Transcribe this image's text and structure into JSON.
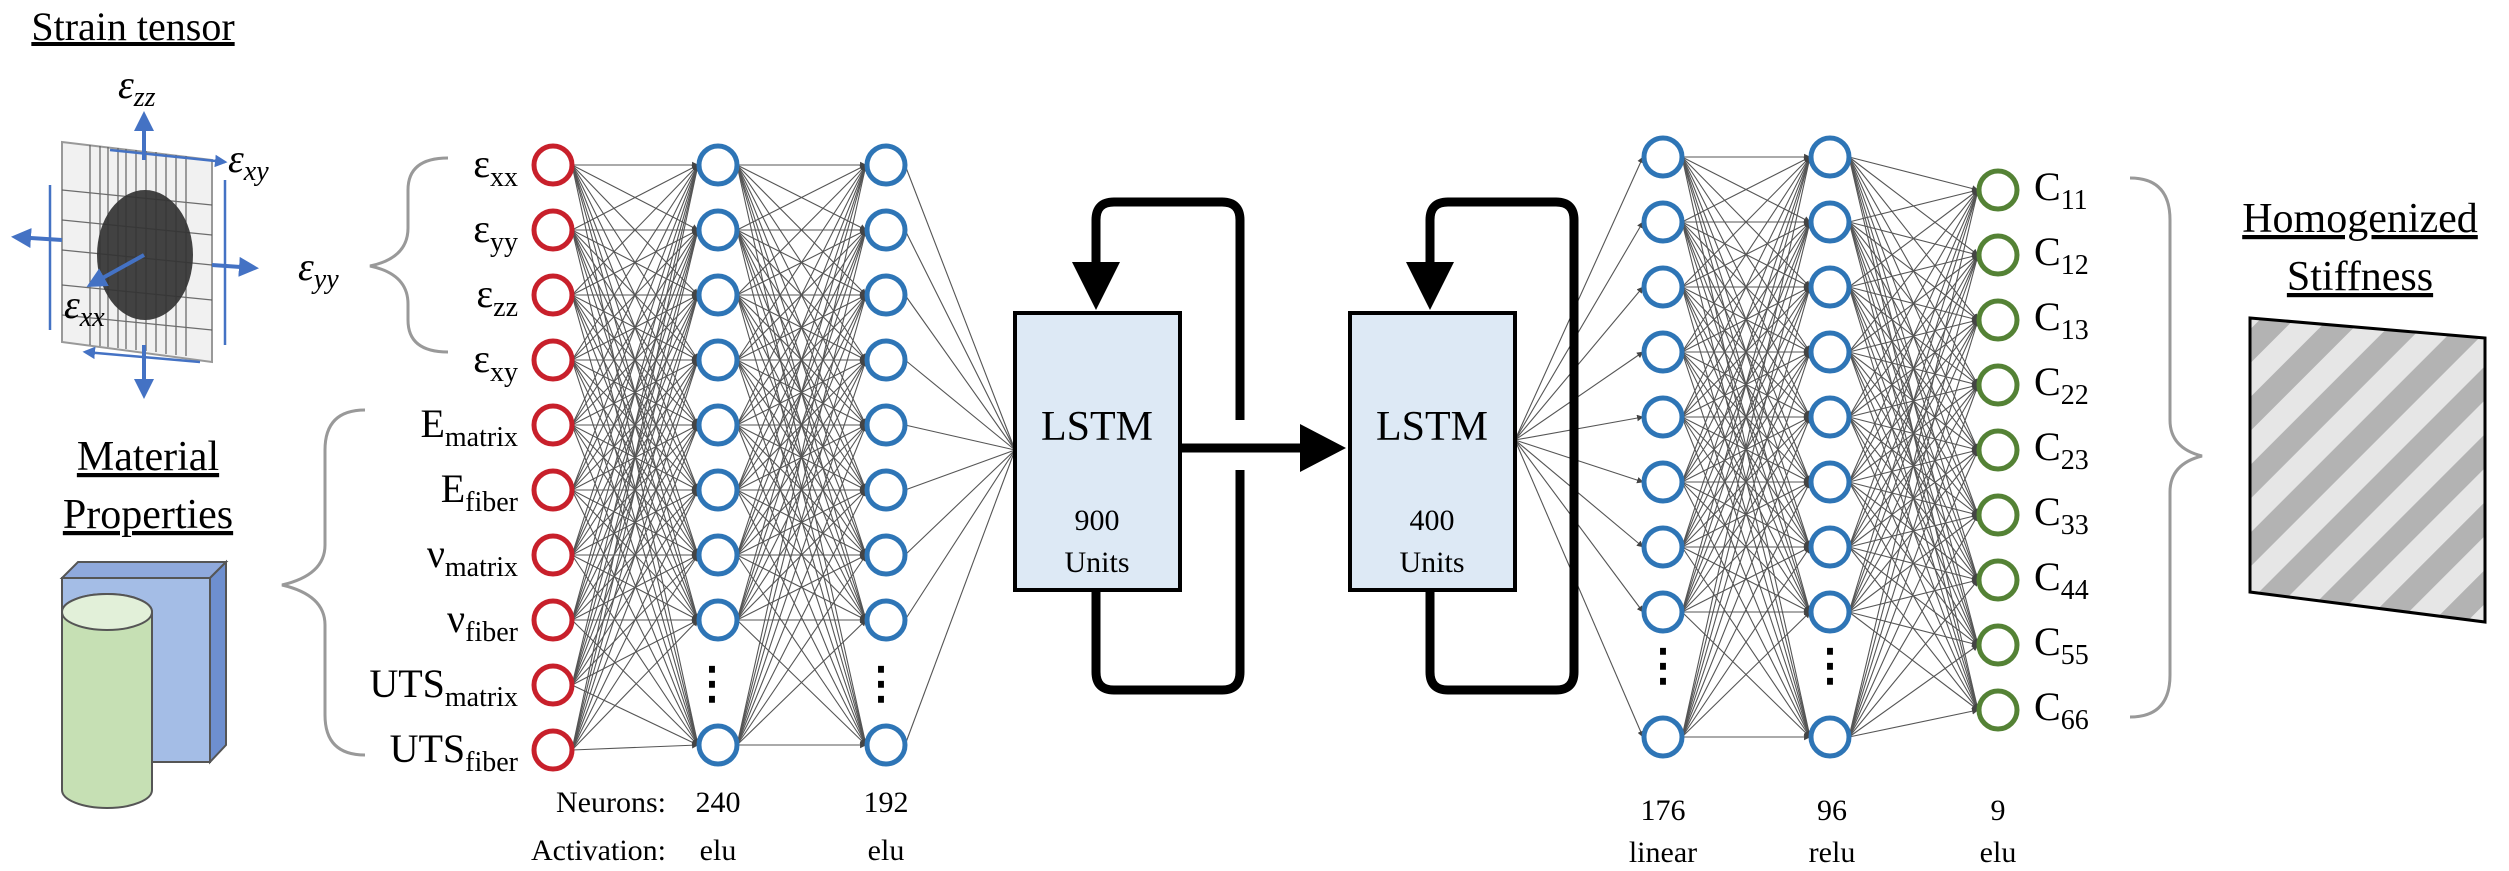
{
  "left_panel": {
    "strain_title": "Strain tensor",
    "strain_axes": {
      "zz": "zz",
      "xy": "xy",
      "yy": "yy",
      "xx": "xx"
    },
    "material_title_line1": "Material",
    "material_title_line2": "Properties"
  },
  "inputs": [
    {
      "base": "ε",
      "sub": "xx"
    },
    {
      "base": "ε",
      "sub": "yy"
    },
    {
      "base": "ε",
      "sub": "zz"
    },
    {
      "base": "ε",
      "sub": "xy"
    },
    {
      "base": "E",
      "sub": "matrix"
    },
    {
      "base": "E",
      "sub": "fiber"
    },
    {
      "base": "ν",
      "sub": "matrix"
    },
    {
      "base": "ν",
      "sub": "fiber"
    },
    {
      "base": "UTS",
      "sub": "matrix"
    },
    {
      "base": "UTS",
      "sub": "fiber"
    }
  ],
  "outputs": [
    {
      "base": "C",
      "sub": "11"
    },
    {
      "base": "C",
      "sub": "12"
    },
    {
      "base": "C",
      "sub": "13"
    },
    {
      "base": "C",
      "sub": "22"
    },
    {
      "base": "C",
      "sub": "23"
    },
    {
      "base": "C",
      "sub": "33"
    },
    {
      "base": "C",
      "sub": "44"
    },
    {
      "base": "C",
      "sub": "55"
    },
    {
      "base": "C",
      "sub": "66"
    }
  ],
  "lstm": [
    {
      "label": "LSTM",
      "units_value": "900",
      "units_word": "Units"
    },
    {
      "label": "LSTM",
      "units_value": "400",
      "units_word": "Units"
    }
  ],
  "row_labels": {
    "neurons": "Neurons:",
    "activation": "Activation:"
  },
  "layers": [
    {
      "neurons": "240",
      "activation": "elu"
    },
    {
      "neurons": "192",
      "activation": "elu"
    },
    {
      "neurons": "176",
      "activation": "linear"
    },
    {
      "neurons": "96",
      "activation": "relu"
    },
    {
      "neurons": "9",
      "activation": "elu"
    }
  ],
  "ellipsis": "⋮",
  "right_panel": {
    "title_line1": "Homogenized",
    "title_line2": "Stiffness"
  },
  "colors": {
    "input_node": "#c8202b",
    "hidden_node": "#2e75b6",
    "output_node": "#548235",
    "lstm_fill": "#dde9f5",
    "edge": "#555555",
    "arrow_blue": "#4472c4"
  }
}
